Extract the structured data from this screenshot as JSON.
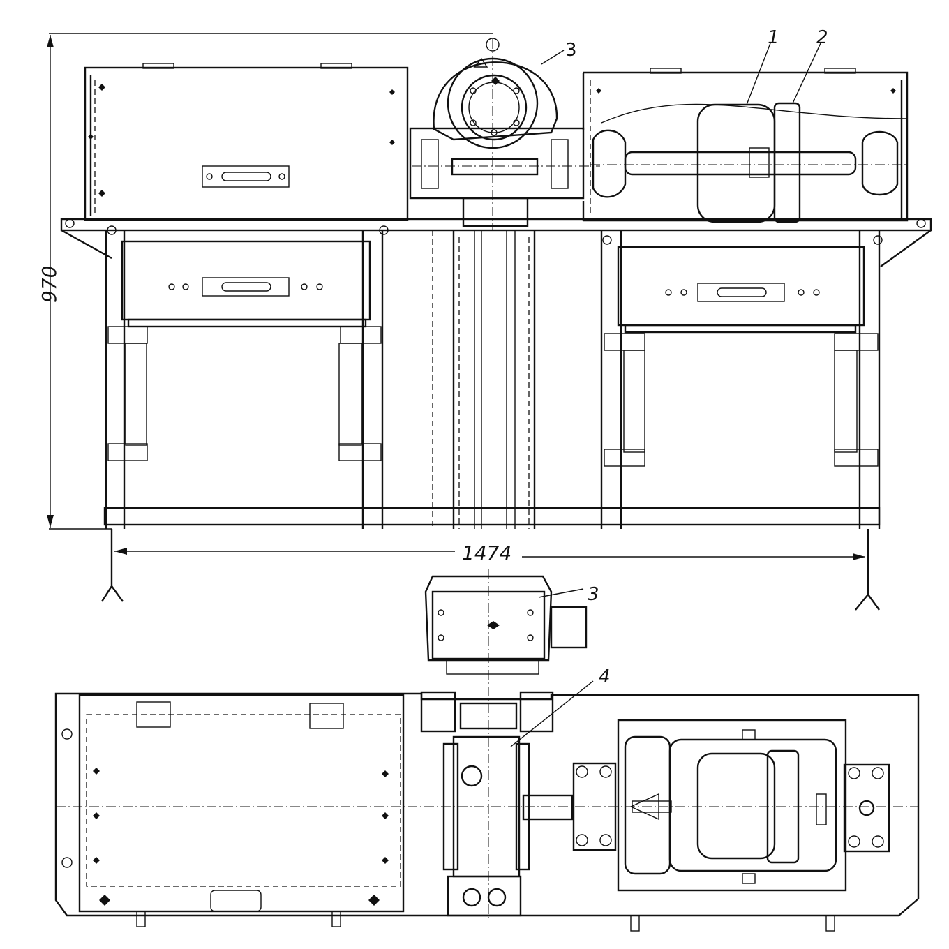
{
  "labels": {
    "part_1": "1",
    "part_2": "2",
    "part_3_front": "3",
    "part_3_plan": "3",
    "part_4": "4"
  },
  "dimensions": {
    "height": "970",
    "width": "1474"
  },
  "icons": {
    "flange": "bolt-flange",
    "leg": "support-leg"
  }
}
